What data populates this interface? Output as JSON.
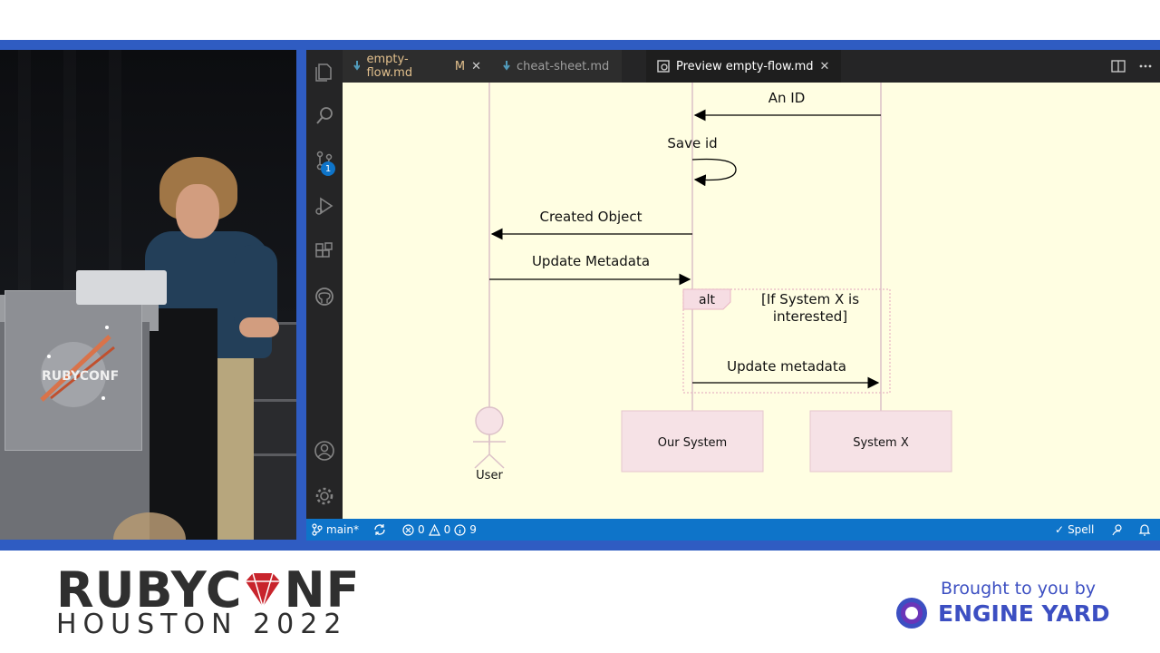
{
  "tabs": [
    {
      "label": "empty-flow.md",
      "modified": "M",
      "active": false
    },
    {
      "label": "cheat-sheet.md",
      "active": false
    },
    {
      "label": "Preview empty-flow.md",
      "active": true
    }
  ],
  "activity_bar": {
    "items": [
      "explorer-icon",
      "search-icon",
      "source-control-icon",
      "run-debug-icon",
      "extensions-icon",
      "github-icon"
    ],
    "bottom_items": [
      "account-icon",
      "settings-gear-icon"
    ],
    "source_control_badge": "1"
  },
  "diagram": {
    "messages": [
      "An ID",
      "Save id",
      "Created Object",
      "Update Metadata",
      "Update metadata"
    ],
    "alt_label": "alt",
    "alt_condition_line1": "[If System X is",
    "alt_condition_line2": "interested]",
    "participants": [
      "User",
      "Our System",
      "System X"
    ]
  },
  "status": {
    "branch": "main*",
    "errors": "0",
    "warnings": "0",
    "info": "9",
    "spell": "Spell"
  },
  "branding": {
    "ruby_left": "RUBYC",
    "ruby_right": "NF",
    "city": "HOUSTON 2022",
    "brought": "Brought to you by",
    "sponsor": "ENGINE YARD"
  },
  "colors": {
    "frame_blue": "#2f5cc2",
    "statusbar_blue": "#0e74c9",
    "preview_bg": "#fffee2",
    "participant_fill": "#f6e2e6",
    "lifeline_pink": "#dcc1c8",
    "brand_red": "#c8242c",
    "sponsor_blue": "#3c4fc2"
  }
}
